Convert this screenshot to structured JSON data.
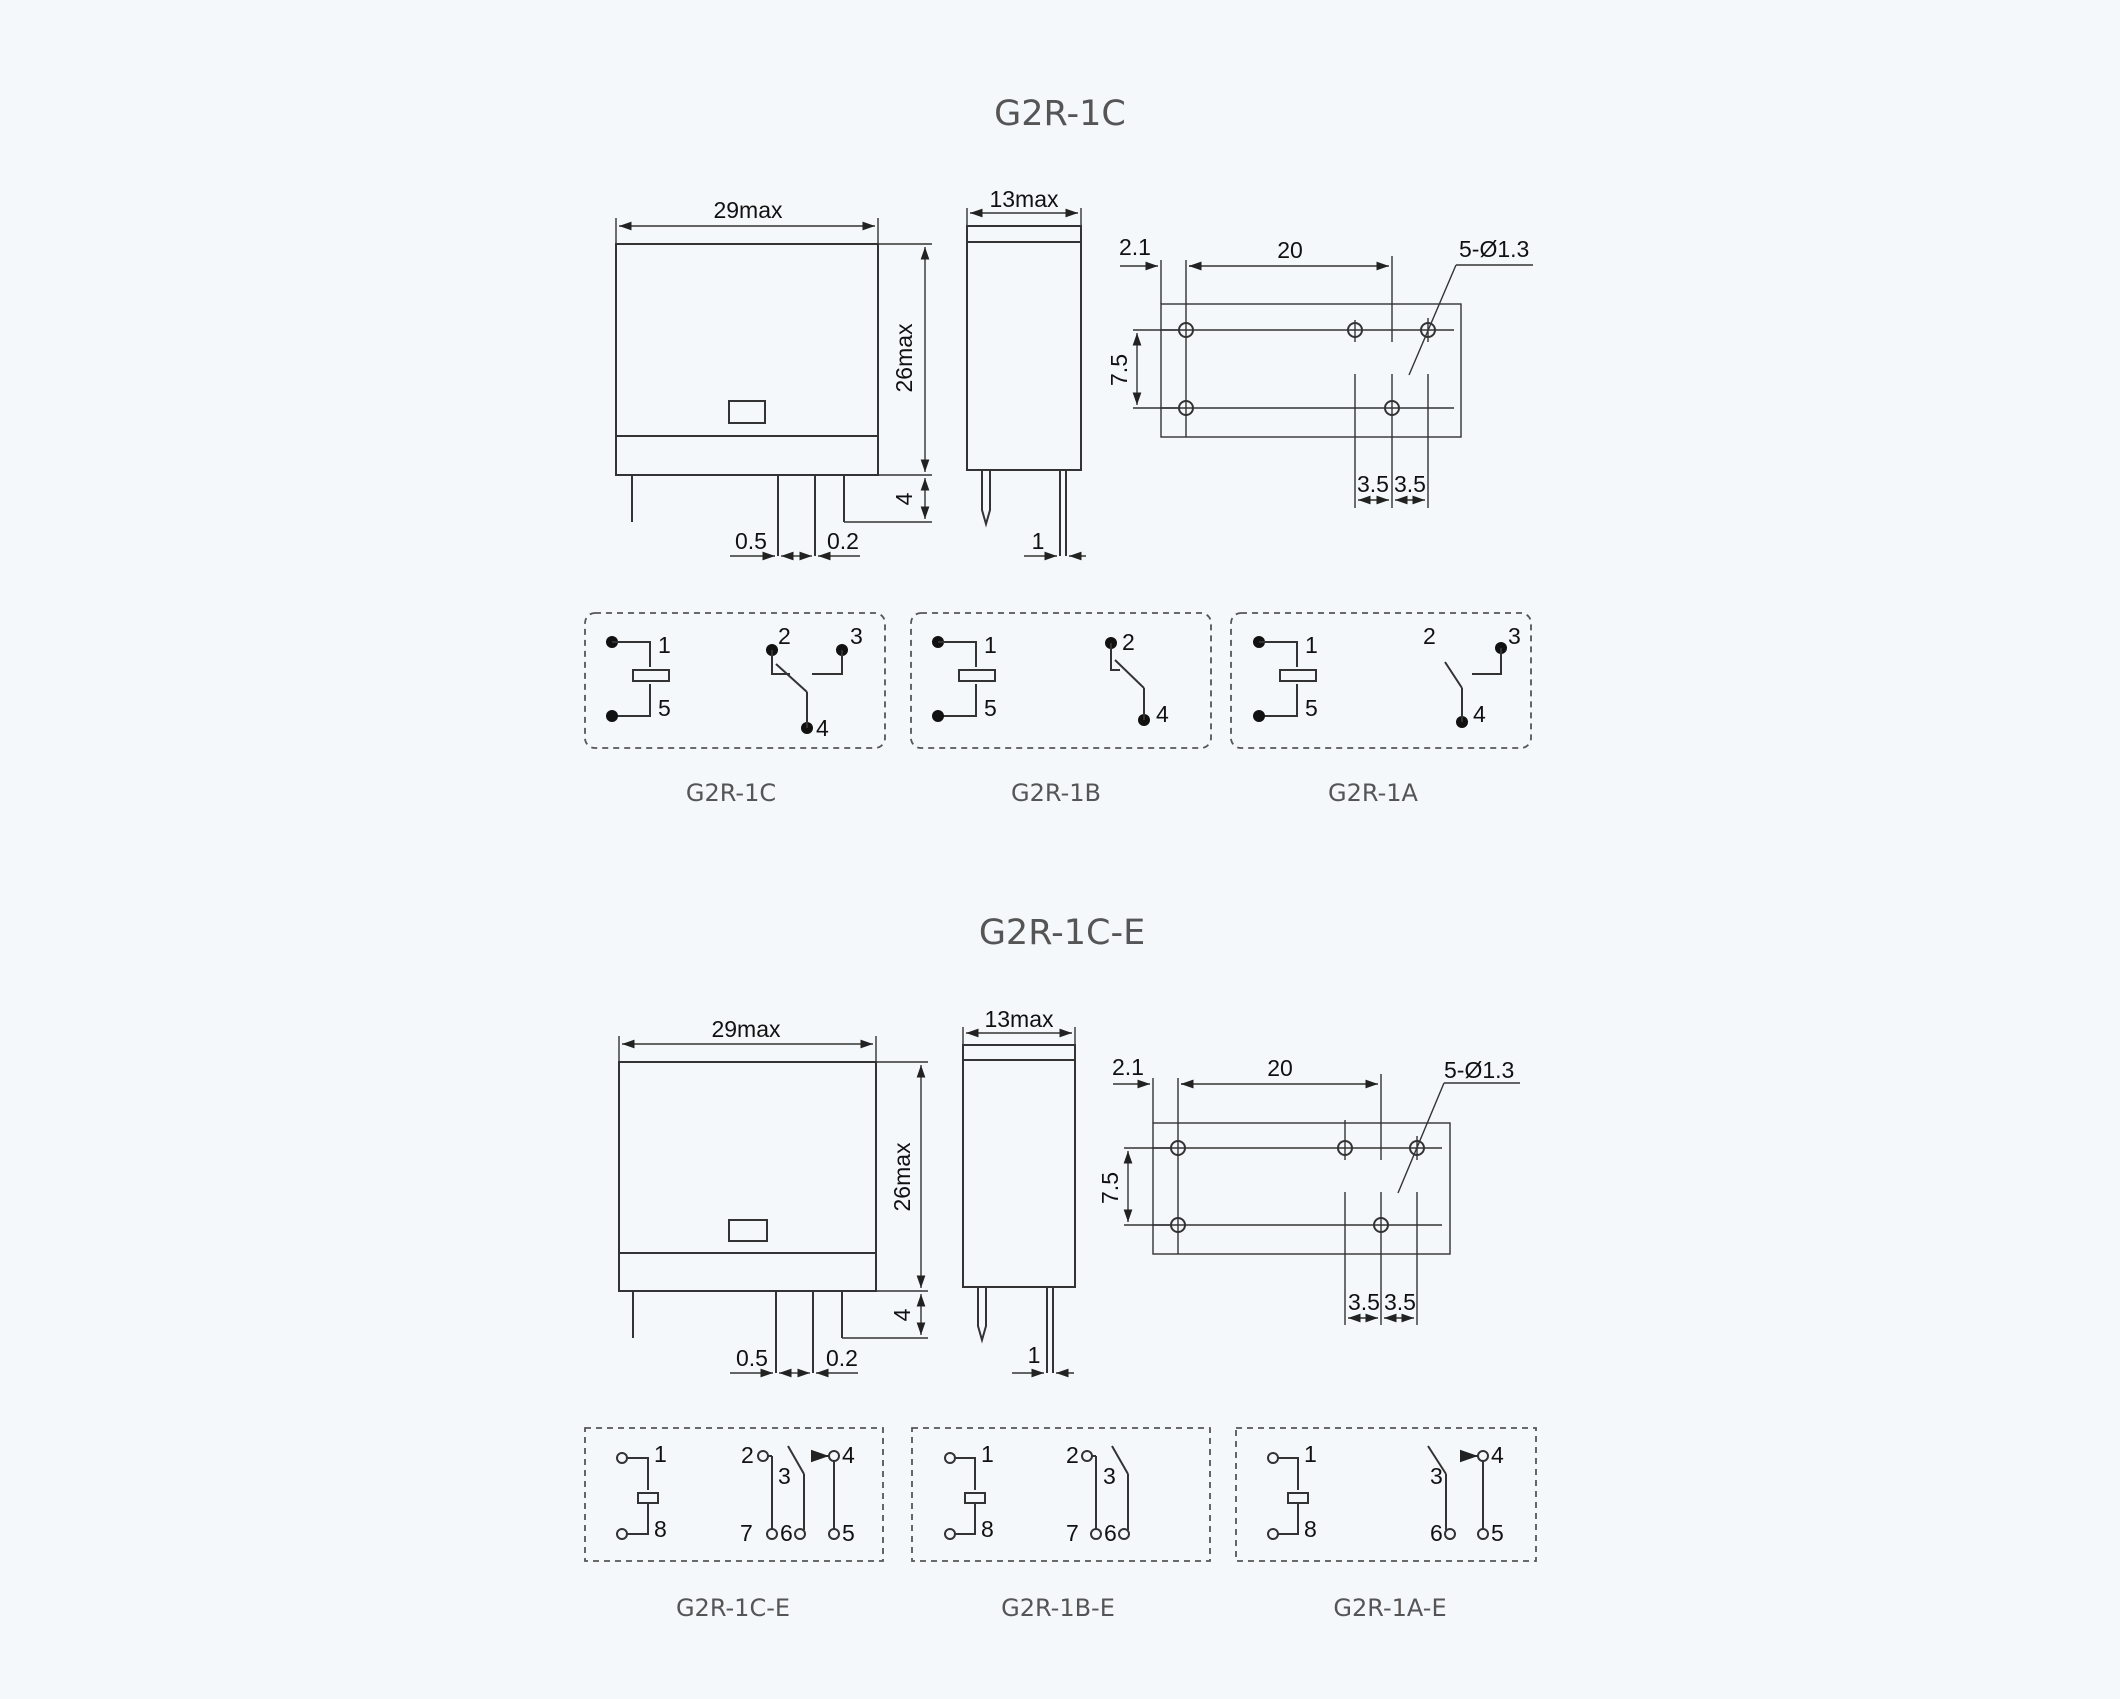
{
  "sections": [
    {
      "title": "G2R-1C",
      "front": {
        "width": "29max",
        "height": "26max",
        "pin_len": "4",
        "pin_w": "0.5",
        "pin_gap": "0.2"
      },
      "side": {
        "width": "13max",
        "pin": "1"
      },
      "bottom": {
        "offset": "2.1",
        "span": "20",
        "holes": "5-Ø1.3",
        "row": "7.5",
        "pitch_a": "3.5",
        "pitch_b": "3.5"
      },
      "schematics": [
        {
          "caption": "G2R-1C",
          "pins": [
            "1",
            "5",
            "2",
            "3",
            "4"
          ]
        },
        {
          "caption": "G2R-1B",
          "pins": [
            "1",
            "5",
            "2",
            "4"
          ]
        },
        {
          "caption": "G2R-1A",
          "pins": [
            "1",
            "5",
            "2",
            "3",
            "4"
          ]
        }
      ]
    },
    {
      "title": "G2R-1C-E",
      "front": {
        "width": "29max",
        "height": "26max",
        "pin_len": "4",
        "pin_w": "0.5",
        "pin_gap": "0.2"
      },
      "side": {
        "width": "13max",
        "pin": "1"
      },
      "bottom": {
        "offset": "2.1",
        "span": "20",
        "holes": "5-Ø1.3",
        "row": "7.5",
        "pitch_a": "3.5",
        "pitch_b": "3.5"
      },
      "schematics": [
        {
          "caption": "G2R-1C-E",
          "pins": [
            "1",
            "8",
            "2",
            "3",
            "7",
            "6",
            "4",
            "5"
          ]
        },
        {
          "caption": "G2R-1B-E",
          "pins": [
            "1",
            "8",
            "2",
            "3",
            "7",
            "6"
          ]
        },
        {
          "caption": "G2R-1A-E",
          "pins": [
            "1",
            "8",
            "3",
            "6",
            "4",
            "5"
          ]
        }
      ]
    }
  ]
}
